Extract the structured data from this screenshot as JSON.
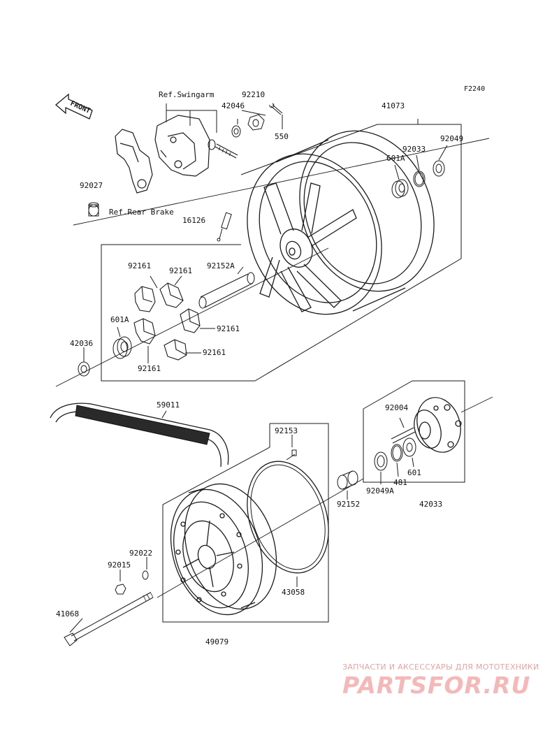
{
  "figure_code": "F2240",
  "front_label": "FRONT",
  "references": {
    "swingarm": "Ref.Swingarm",
    "rear_brake": "Ref.Rear Brake"
  },
  "parts": {
    "p41073": "41073",
    "p92210": "92210",
    "p42046": "42046",
    "p550": "550",
    "p92049": "92049",
    "p92033": "92033",
    "p601A_top": "601A",
    "p92027": "92027",
    "p16126": "16126",
    "p92161_a": "92161",
    "p92161_b": "92161",
    "p92152A": "92152A",
    "p601A_left": "601A",
    "p42036": "42036",
    "p92161_c": "92161",
    "p92161_d": "92161",
    "p92161_e": "92161",
    "p59011": "59011",
    "p92004": "92004",
    "p92153": "92153",
    "p601": "601",
    "p481": "481",
    "p92049A": "92049A",
    "p92152": "92152",
    "p42033": "42033",
    "p92022": "92022",
    "p92015": "92015",
    "p43058": "43058",
    "p41068": "41068",
    "p49079": "49079"
  },
  "watermark": {
    "caption": "ЗАПЧАСТИ И АКСЕССУАРЫ ДЛЯ МОТОТЕХНИКИ",
    "brand": "PARTSFOR.RU"
  }
}
